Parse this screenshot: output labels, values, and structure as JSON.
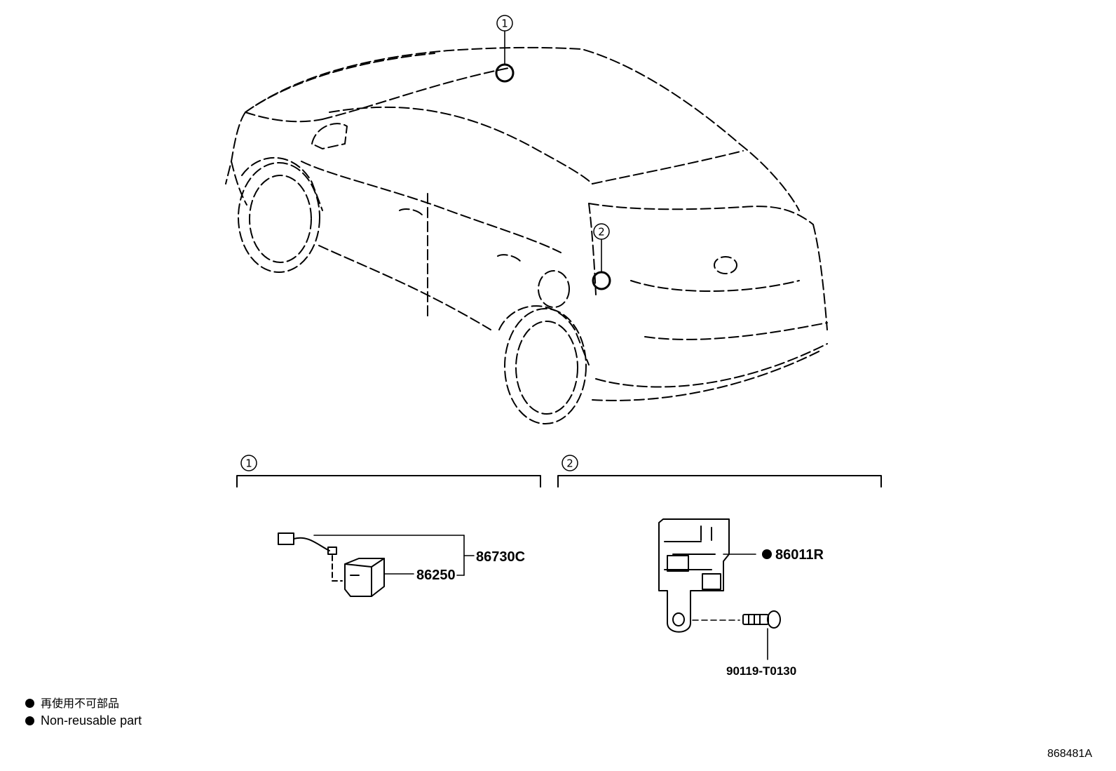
{
  "callouts": {
    "roof": "1",
    "rear_side": "2"
  },
  "sections": [
    {
      "number": "1"
    },
    {
      "number": "2"
    }
  ],
  "parts": {
    "sub_wire": "86730C",
    "receiver": "86250",
    "control_unit": "86011R",
    "bolt": "90119-T0130"
  },
  "legend": {
    "jp": "再使用不可部品",
    "en": "Non-reusable part"
  },
  "figure_id": "868481A",
  "icons": {
    "non_reusable_marker": "filled-circle-icon"
  },
  "colors": {
    "line": "#000000",
    "background": "#ffffff"
  }
}
